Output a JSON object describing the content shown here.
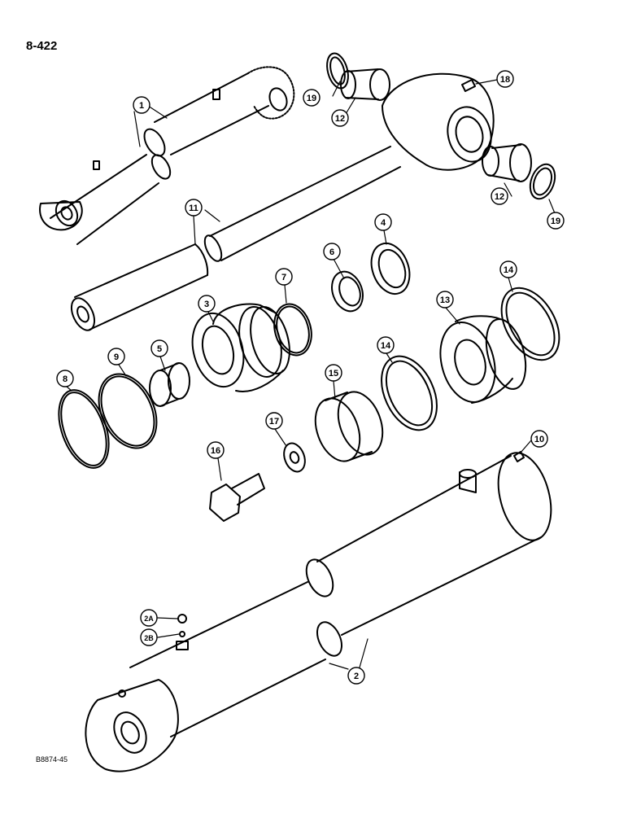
{
  "page": {
    "number": "8-422",
    "figure_code": "B8874-45"
  },
  "callouts": {
    "c1": "1",
    "c2": "2",
    "c2a": "2A",
    "c2b": "2B",
    "c3": "3",
    "c4": "4",
    "c5": "5",
    "c6": "6",
    "c7": "7",
    "c8": "8",
    "c9": "9",
    "c10": "10",
    "c11": "11",
    "c12a": "12",
    "c12b": "12",
    "c13": "13",
    "c14a": "14",
    "c14b": "14",
    "c15": "15",
    "c16": "16",
    "c17": "17",
    "c18": "18",
    "c19a": "19",
    "c19b": "19"
  }
}
